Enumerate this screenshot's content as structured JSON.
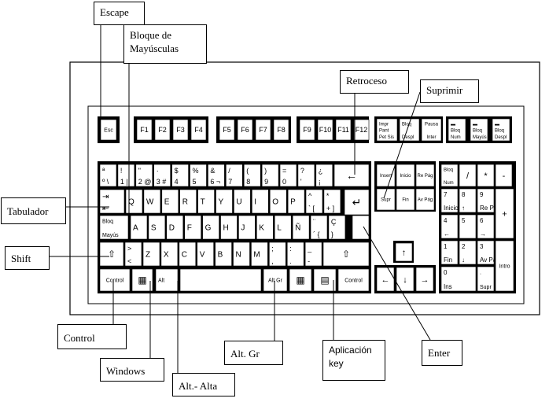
{
  "labels": {
    "escape": "Escape",
    "caps_lock": "Bloque de\nMayúsculas",
    "backspace": "Retroceso",
    "delete": "Suprimir",
    "tab": "Tabulador",
    "shift": "Shift",
    "control": "Control",
    "windows": "Windows",
    "alt": "Alt.- Alta",
    "alt_gr": "Alt. Gr",
    "app_key": "Aplicación\nkey",
    "enter": "Enter"
  },
  "keys": {
    "esc": "Esc",
    "function_keys": [
      "F1",
      "F2",
      "F3",
      "F4",
      "F5",
      "F6",
      "F7",
      "F8",
      "F9",
      "F10",
      "F11",
      "F12"
    ],
    "print_screen": [
      "Impr",
      "Pant",
      "Pet Sis"
    ],
    "scroll_lock": [
      "Bloq",
      "Despl"
    ],
    "pause": [
      "Pausa",
      "Inter"
    ],
    "indicators": [
      "Bloq Num",
      "Bloq Mayús",
      "Bloq Despl"
    ],
    "number_row_top": [
      "ª",
      "!",
      "\"",
      "·",
      "$",
      "%",
      "&",
      "/",
      "(",
      ")",
      "=",
      "?",
      "¿"
    ],
    "number_row_bottom": [
      "º \\",
      "1 |",
      "2 @",
      "3 #",
      "4",
      "5",
      "6 ¬",
      "7",
      "8",
      "9",
      "0",
      "'",
      "¡"
    ],
    "qwerty_row": [
      "Q",
      "W",
      "E",
      "R",
      "T",
      "Y",
      "U",
      "I",
      "O",
      "P"
    ],
    "qwerty_extra": [
      [
        "^",
        "`  ["
      ],
      [
        "*",
        "+  ]"
      ]
    ],
    "home_row": [
      "A",
      "S",
      "D",
      "F",
      "G",
      "H",
      "J",
      "K",
      "L",
      "Ñ"
    ],
    "home_extra": [
      [
        "¨",
        "´  {"
      ],
      [
        "Ç",
        "}"
      ]
    ],
    "caps_key": [
      "Bloq",
      "Mayús"
    ],
    "bottom_row": [
      "Z",
      "X",
      "C",
      "V",
      "B",
      "N",
      "M"
    ],
    "bottom_extra": [
      [
        ">",
        "<"
      ],
      [
        ";",
        ","
      ],
      [
        ":",
        "."
      ],
      [
        "_",
        "-"
      ]
    ],
    "ctrl": "Control",
    "alt": "Alt",
    "alt_gr": "Alt Gr",
    "nav_top": [
      "Insert",
      "Inicio",
      "Re Pág"
    ],
    "nav_bottom": [
      "Supr",
      "Fin",
      "Av Pág"
    ],
    "numpad_row1": [
      "Bloq Num",
      "/",
      "*",
      "-"
    ],
    "numpad_row2": [
      [
        "7",
        "Inicio"
      ],
      [
        "8",
        "↑"
      ],
      [
        "9",
        "Re Pág"
      ]
    ],
    "numpad_row3": [
      [
        "4",
        "←"
      ],
      [
        "5",
        ""
      ],
      [
        "6",
        "→"
      ]
    ],
    "numpad_row4": [
      [
        "1",
        "Fin"
      ],
      [
        "2",
        "↓"
      ],
      [
        "3",
        "Av Pág"
      ]
    ],
    "numpad_zero": [
      "0",
      "Ins"
    ],
    "numpad_dot": [
      ".",
      "Supr"
    ],
    "numpad_plus": "+",
    "numpad_enter": "Intro"
  }
}
